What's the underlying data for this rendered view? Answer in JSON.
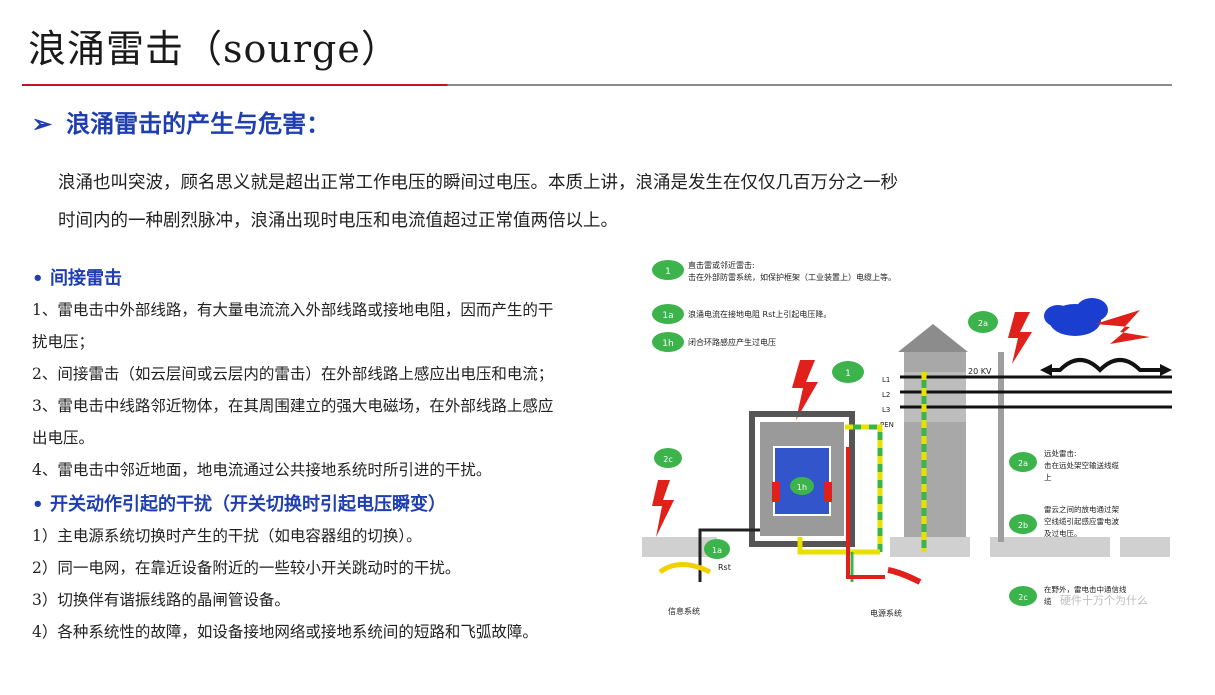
{
  "page": {
    "title": "浪涌雷击（sourge）",
    "section_title": "浪涌雷击的产生与危害：",
    "section_arrow": "➢",
    "intro_lines": [
      "浪涌也叫突波，顾名思义就是超出正常工作电压的瞬间过电压。本质上讲，浪涌是发生在仅仅几百万分之一秒",
      "时间内的一种剧烈脉冲，浪涌出现时电压和电流值超过正常值两倍以上。"
    ]
  },
  "list": {
    "bullet": "•",
    "indirect_title": "间接雷击",
    "indirect_items": [
      "1、雷电击中外部线路，有大量电流流入外部线路或接地电阻，因而产生的干",
      "扰电压；",
      "2、间接雷击（如云层间或云层内的雷击）在外部线路上感应出电压和电流；",
      "3、雷电击中线路邻近物体，在其周围建立的强大电磁场，在外部线路上感应",
      "出电压。",
      "4、雷电击中邻近地面，地电流通过公共接地系统时所引进的干扰。"
    ],
    "switch_title": "开关动作引起的干扰（开关切换时引起电压瞬变）",
    "switch_items": [
      "1）主电源系统切换时产生的干扰（如电容器组的切换）。",
      "2）同一电网，在靠近设备附近的一些较小开关跳动时的干扰。",
      "3）切换伴有谐振线路的晶闸管设备。",
      "4）各种系统性的故障，如设备接地网络或接地系统间的短路和飞弧故障。"
    ]
  },
  "figure": {
    "legend": [
      {
        "badge": "1",
        "lines": [
          "直击雷或邻近雷击:",
          "击在外部防雷系统，如保护框架（工业装置上）电缆上等。"
        ]
      },
      {
        "badge": "1a",
        "lines": [
          "浪涌电流在接地电阻 Rst上引起电压降。"
        ]
      },
      {
        "badge": "1h",
        "lines": [
          "闭合环路感应产生过电压"
        ]
      }
    ],
    "right_notes": [
      {
        "badge": "2a",
        "lines": [
          "远处雷击:",
          "击在远处架空输送线缆",
          "上"
        ]
      },
      {
        "badge": "2b",
        "lines": [
          "雷云之间的放电通过架",
          "空线缆引起感应雷电波",
          "及过电压。"
        ]
      },
      {
        "badge": "2c",
        "lines": [
          "在野外，雷电击中通信线",
          "缆"
        ]
      }
    ],
    "badges": {
      "b1": "1",
      "b1h": "1h",
      "b1a": "1a",
      "b2a": "2a",
      "b2c": "2c"
    },
    "labels": {
      "kv": "20 KV",
      "l1": "L1",
      "l2": "L2",
      "l3": "L3",
      "pen": "PEN",
      "rst": "Rst",
      "info": "信息系统",
      "power": "电源系统",
      "watermark": "硬件十万个为什么"
    }
  },
  "colors": {
    "accent_blue": "#1f3fb0",
    "accent_red": "#c8102e",
    "badge_green": "#3cb44b"
  }
}
